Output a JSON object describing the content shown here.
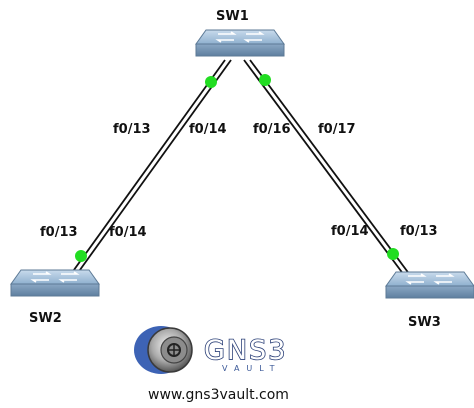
{
  "devices": [
    {
      "id": "sw1",
      "label": "SW1"
    },
    {
      "id": "sw2",
      "label": "SW2"
    },
    {
      "id": "sw3",
      "label": "SW3"
    }
  ],
  "links": {
    "sw1_sw2": {
      "sw1_port_a": "f0/13",
      "sw1_port_b": "f0/14",
      "sw2_port_a": "f0/13",
      "sw2_port_b": "f0/14"
    },
    "sw1_sw3": {
      "sw1_port_a": "f0/16",
      "sw1_port_b": "f0/17",
      "sw3_port_a": "f0/14",
      "sw3_port_b": "f0/13"
    }
  },
  "logo": {
    "brand": "GNS3",
    "tagline": "VAULT"
  },
  "website": "www.gns3vault.com",
  "colors": {
    "switch_top": "#a9c3dc",
    "switch_side": "#7c9cbc",
    "link_status": "#22dd22",
    "link_line": "#111111"
  }
}
